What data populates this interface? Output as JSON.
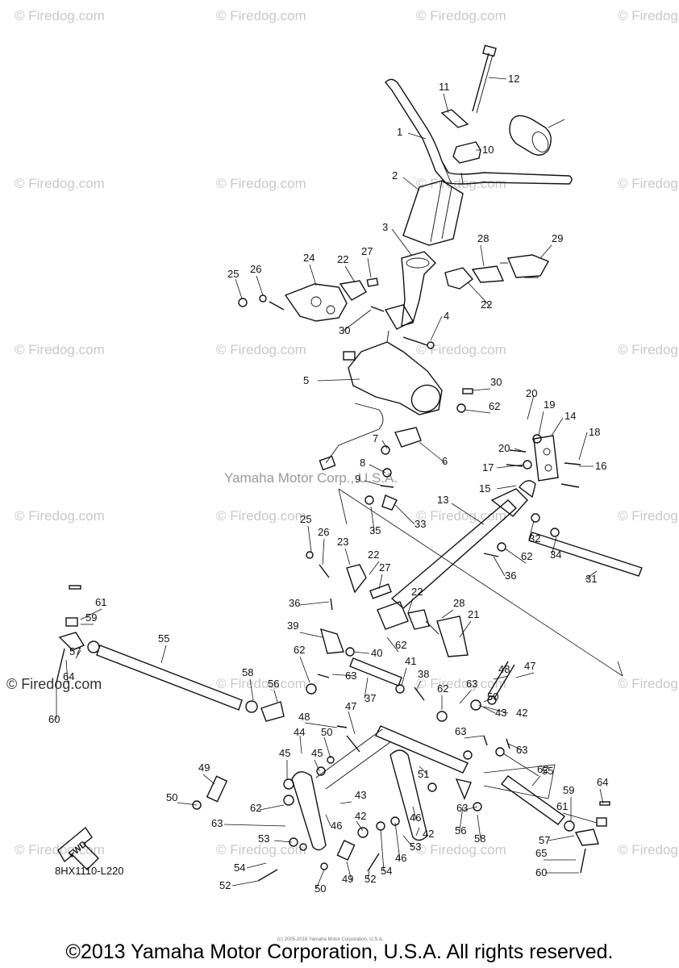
{
  "watermark": "© Firedog.com",
  "center_watermark": "Yamaha Motor Corp., U.S.A.",
  "diagram_code": "8HX1110-L220",
  "fwd_label": "FWD",
  "fine_print": "(c) 2005-2016 Yamaha Motor Corporation, U.S.A.",
  "copyright": "©2013 Yamaha Motor Corporation, U.S.A. All rights reserved.",
  "callouts": [
    "1",
    "2",
    "3",
    "4",
    "5",
    "6",
    "7",
    "8",
    "9",
    "10",
    "11",
    "12",
    "13",
    "14",
    "15",
    "16",
    "17",
    "18",
    "19",
    "20",
    "20",
    "21",
    "22",
    "22",
    "22",
    "22",
    "23",
    "24",
    "25",
    "25",
    "26",
    "26",
    "27",
    "27",
    "28",
    "28",
    "29",
    "30",
    "30",
    "31",
    "32",
    "33",
    "34",
    "35",
    "36",
    "36",
    "37",
    "38",
    "39",
    "40",
    "41",
    "42",
    "42",
    "42",
    "43",
    "43",
    "44",
    "45",
    "45",
    "46",
    "46",
    "46",
    "47",
    "47",
    "48",
    "48",
    "49",
    "49",
    "50",
    "50",
    "50",
    "50",
    "51",
    "52",
    "52",
    "53",
    "53",
    "54",
    "54",
    "55",
    "55",
    "56",
    "56",
    "57",
    "57",
    "58",
    "58",
    "59",
    "59",
    "60",
    "60",
    "61",
    "61",
    "62",
    "62",
    "62",
    "62",
    "62",
    "62",
    "62",
    "63",
    "63",
    "63",
    "63",
    "63",
    "63",
    "64",
    "64",
    "65"
  ]
}
